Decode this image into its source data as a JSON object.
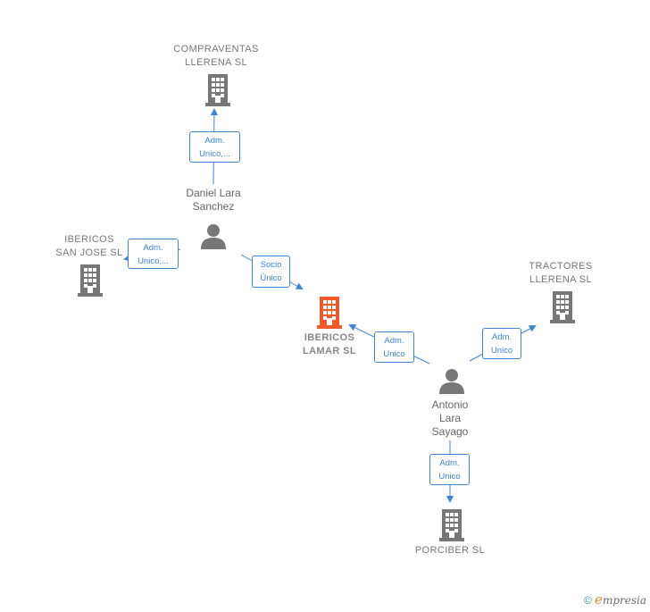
{
  "nodes": {
    "compraventas": {
      "label": "COMPRAVENTAS\nLLERENA  SL",
      "icon": "building-icon",
      "color": "#777777"
    },
    "daniel": {
      "label": "Daniel Lara\nSanchez",
      "icon": "person-icon",
      "color": "#777777"
    },
    "ibericos_san_jose": {
      "label": "IBERICOS\nSAN JOSE  SL",
      "icon": "building-icon",
      "color": "#777777"
    },
    "ibericos_lamar": {
      "label": "IBERICOS\nLAMAR  SL",
      "icon": "building-icon",
      "color": "#f05a28"
    },
    "tractores": {
      "label": "TRACTORES\nLLERENA  SL",
      "icon": "building-icon",
      "color": "#777777"
    },
    "antonio": {
      "label": "Antonio\nLara\nSayago",
      "icon": "person-icon",
      "color": "#777777"
    },
    "porciber": {
      "label": "PORCIBER  SL",
      "icon": "building-icon",
      "color": "#777777"
    }
  },
  "edges": {
    "daniel_compraventas": "Adm.\nUnico,...",
    "daniel_sanjose": "Adm.\nUnico,...",
    "daniel_lamar": "Socio\nÚnico",
    "antonio_lamar": "Adm.\nUnico",
    "antonio_tractores": "Adm.\nUnico",
    "antonio_porciber": "Adm.\nUnico"
  },
  "colors": {
    "edge": "#3d85d8",
    "main": "#f05a28",
    "icon": "#777777"
  },
  "brand": {
    "copyright": "©",
    "e": "e",
    "name": "mpresia"
  }
}
